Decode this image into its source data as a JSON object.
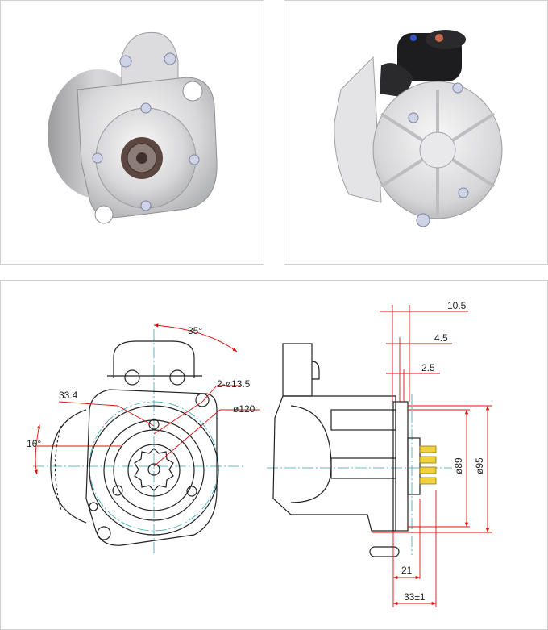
{
  "drawing": {
    "front_view": {
      "angle_top": "35°",
      "bolt_holes": "2-ø13.5",
      "pcd": "ø120",
      "offset": "33.4",
      "angle_left": "16°"
    },
    "side_view": {
      "d_10_5": "10.5",
      "d_4_5": "4.5",
      "d_2_5": "2.5",
      "dia_89": "ø89",
      "dia_95": "ø95",
      "d_21": "21",
      "d_33": "33±1"
    }
  },
  "colors": {
    "dimension_line": "#e01010",
    "center_line": "#2aa7b5",
    "outline": "#222222",
    "accent_yellow": "#f2d23a"
  }
}
